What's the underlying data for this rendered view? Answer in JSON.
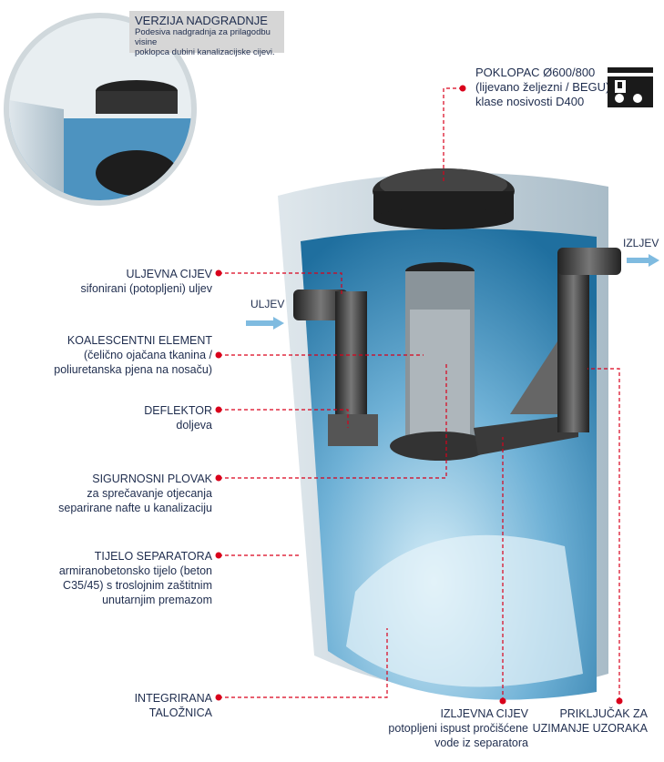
{
  "inset": {
    "title": "VERZIJA NADGRADNJE",
    "lines": [
      "Podesiva nadgradnja za prilagodbu visine",
      "poklopca dubini kanalizacijske cijevi."
    ]
  },
  "lid_label": {
    "lines": [
      "POKLOPAC Ø600/800",
      "(lijevano željezni / BEGU)",
      "klase nosivosti D400"
    ]
  },
  "flow": {
    "inlet": "ULJEV",
    "outlet": "IZLJEV"
  },
  "labels": [
    {
      "title": "ULJEVNA CIJEV",
      "lines": [
        "sifonirani (potopljeni) uljev"
      ]
    },
    {
      "title": "KOALESCENTNI ELEMENT",
      "lines": [
        "(čelično ojačana tkanina /",
        "poliuretanska pjena na nosaču)"
      ]
    },
    {
      "title": "DEFLEKTOR",
      "lines": [
        "doljeva"
      ]
    },
    {
      "title": "SIGURNOSNI PLOVAK",
      "lines": [
        "za sprečavanje otjecanja",
        "separirane nafte u kanalizaciju"
      ]
    },
    {
      "title": "TIJELO SEPARATORA",
      "lines": [
        "armiranobetonsko tijelo (beton",
        "C35/45) s troslojnim zaštitnim",
        "unutarnjim premazom"
      ]
    },
    {
      "title": "INTEGRIRANA",
      "lines": [
        "TALOŽNICA"
      ]
    }
  ],
  "bottom_labels": [
    {
      "title": "IZLJEVNA CIJEV",
      "lines": [
        "potopljeni ispust  pročišćene",
        "vode iz separatora"
      ]
    },
    {
      "title": "PRIKLJUČAK ZA",
      "lines": [
        "UZIMANJE UZORAKA"
      ]
    }
  ],
  "colors": {
    "leader": "#d9001b",
    "text": "#1f2d4e",
    "water": "#3f8fc0",
    "concrete": "#b9c9d3"
  }
}
